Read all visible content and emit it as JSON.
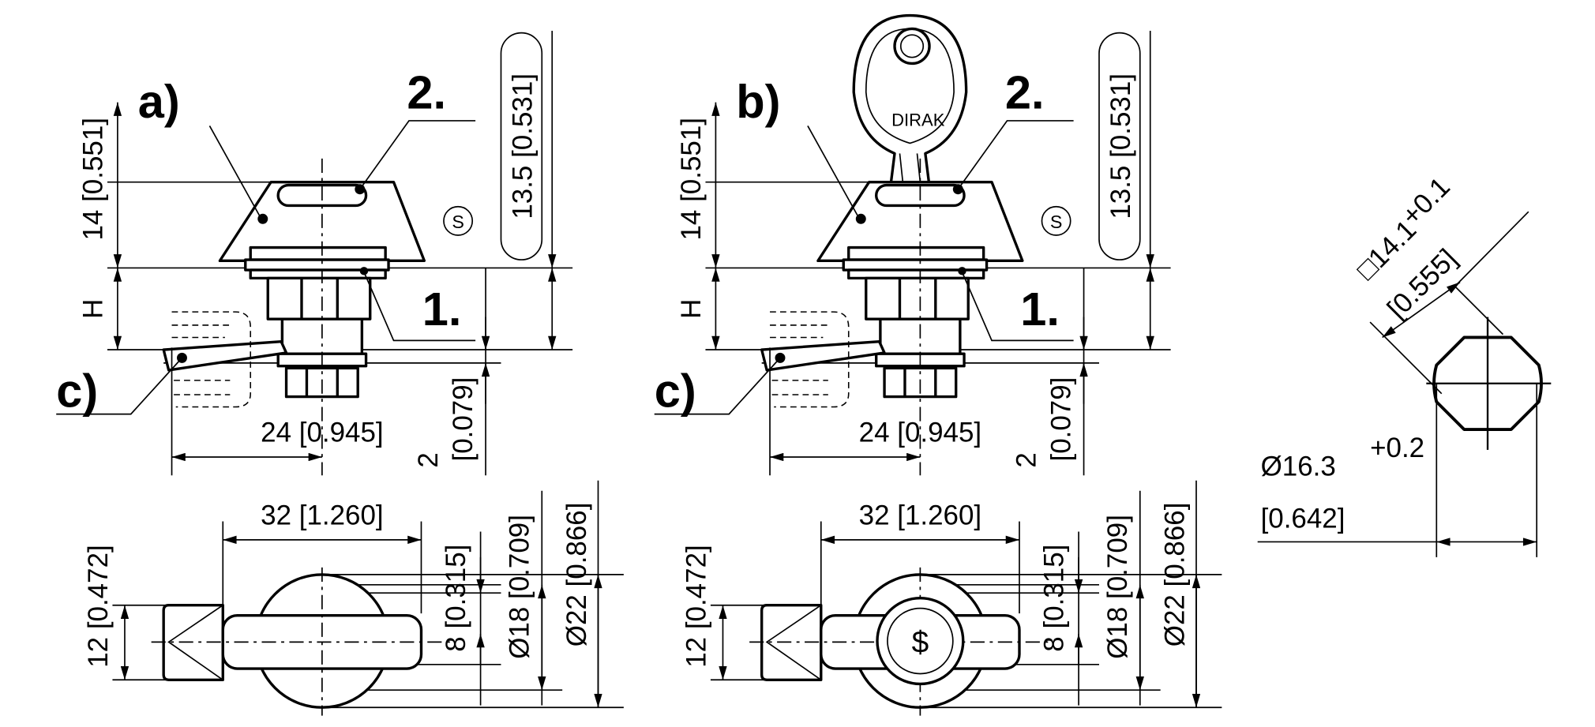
{
  "drawings": [
    {
      "label": "a)",
      "part_2": "2.",
      "part_1": "1.",
      "part_c": "c)",
      "height_dim": "14 [0.551]",
      "h_dim": "H",
      "s_symbol": "S",
      "pill_dim": "13.5 [0.531]",
      "width_dim": "24 [0.945]",
      "thick_dim_mm": "2",
      "thick_dim_in": "[0.079]",
      "handle_len": "32 [1.260]",
      "handle_w": "12 [0.472]",
      "slot_w": "8 [0.315]",
      "dia_18": "Ø18 [0.709]",
      "dia_22": "Ø22 [0.866]"
    },
    {
      "label": "b)",
      "part_2": "2.",
      "part_1": "1.",
      "part_c": "c)",
      "height_dim": "14 [0.551]",
      "h_dim": "H",
      "s_symbol": "S",
      "pill_dim": "13.5 [0.531]",
      "width_dim": "24 [0.945]",
      "thick_dim_mm": "2",
      "thick_dim_in": "[0.079]",
      "handle_len": "32 [1.260]",
      "handle_w": "12 [0.472]",
      "slot_w": "8 [0.315]",
      "dia_18": "Ø18 [0.709]",
      "dia_22": "Ø22 [0.866]",
      "key_brand": "DIRAK"
    }
  ],
  "cutout": {
    "square": "□14.1",
    "square_tol": "+0.1",
    "square_in": "[0.555]",
    "dia": "Ø16.3",
    "dia_tol": "+0.2",
    "dia_in": "[0.642]"
  }
}
